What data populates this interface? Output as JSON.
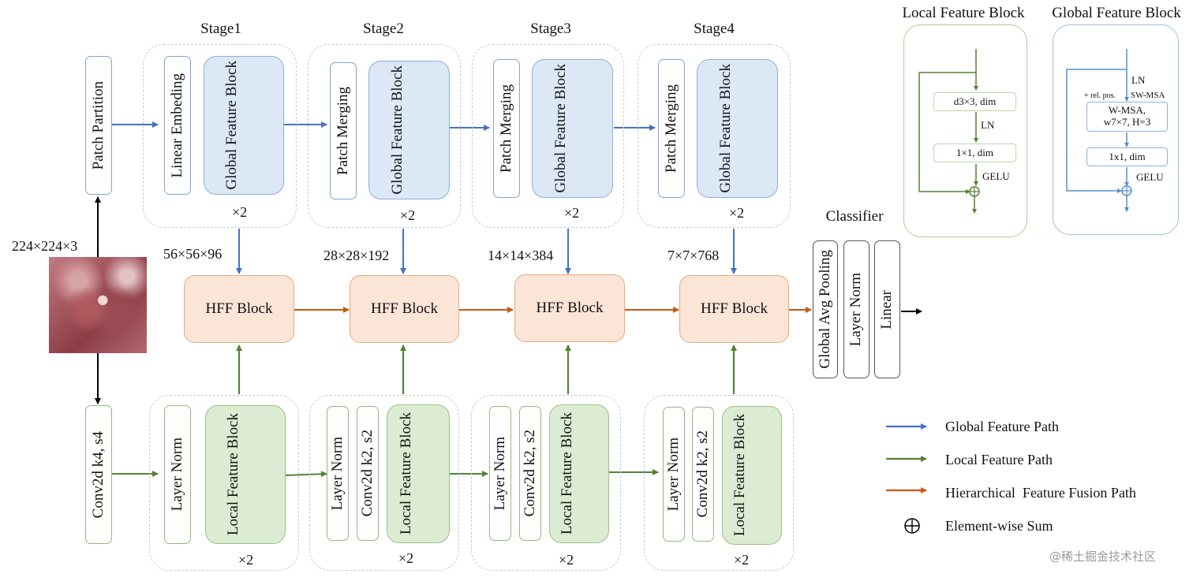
{
  "input": {
    "size_label": "224×224×3"
  },
  "patch_partition": "Patch Partition",
  "conv_stem": "Conv2d k4, s4",
  "stages": [
    {
      "title": "Stage1",
      "global_first": "Linear Embeding",
      "global_block": "Global Feature Block",
      "global_repeat": "×2",
      "resolution": "56×56×96",
      "local_first": "Layer Norm",
      "local_block": "Local Feature Block",
      "local_repeat": "×2"
    },
    {
      "title": "Stage2",
      "global_first": "Patch Merging",
      "global_block": "Global Feature Block",
      "global_repeat": "×2",
      "resolution": "28×28×192",
      "local_first": "Layer Norm",
      "local_conv": "Conv2d k2, s2",
      "local_block": "Local Feature Block",
      "local_repeat": "×2"
    },
    {
      "title": "Stage3",
      "global_first": "Patch Merging",
      "global_block": "Global Feature Block",
      "global_repeat": "×2",
      "resolution": "14×14×384",
      "local_first": "Layer Norm",
      "local_conv": "Conv2d k2, s2",
      "local_block": "Local Feature Block",
      "local_repeat": "×2"
    },
    {
      "title": "Stage4",
      "global_first": "Patch Merging",
      "global_block": "Global Feature Block",
      "global_repeat": "×2",
      "resolution": "7×7×768",
      "local_first": "Layer Norm",
      "local_conv": "Conv2d k2, s2",
      "local_block": "Local Feature Block",
      "local_repeat": "×2"
    }
  ],
  "hff_label": "HFF Block",
  "classifier": {
    "title": "Classifier",
    "items": [
      "Global Avg Pooling",
      "Layer Norm",
      "Linear"
    ]
  },
  "local_panel": {
    "title": "Local Feature Block",
    "conv": "d3×3, dim",
    "norm": "LN",
    "linear": "1×1, dim",
    "act": "GELU"
  },
  "global_panel": {
    "title": "Global Feature Block",
    "norm": "LN",
    "pos": "+ rel. pos.",
    "swmsa": "SW-MSA",
    "attn": "W-MSA,",
    "attn2": "w7×7, H=3",
    "linear": "1x1, dim",
    "act": "GELU"
  },
  "legend": [
    {
      "label": "Global Feature Path",
      "color": "#4472c4"
    },
    {
      "label": "Local Feature Path",
      "color": "#548235"
    },
    {
      "label": "Hierarchical  Feature Fusion Path",
      "color": "#c55a11"
    },
    {
      "label": "Element-wise Sum",
      "color": "#000000"
    }
  ],
  "watermark": "@稀土掘金技术社区"
}
